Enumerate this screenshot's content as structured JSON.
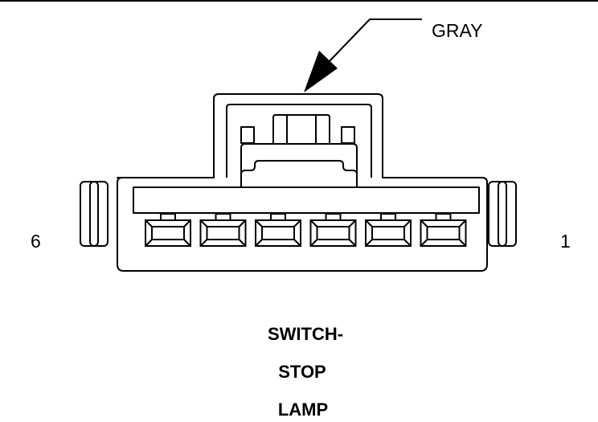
{
  "callout": {
    "label": "GRAY"
  },
  "pins": {
    "left": "6",
    "right": "1",
    "count": 6
  },
  "title_lines": [
    "SWITCH-",
    "STOP",
    "LAMP"
  ],
  "colors": {
    "line": "#000000",
    "background": "#ffffff"
  }
}
